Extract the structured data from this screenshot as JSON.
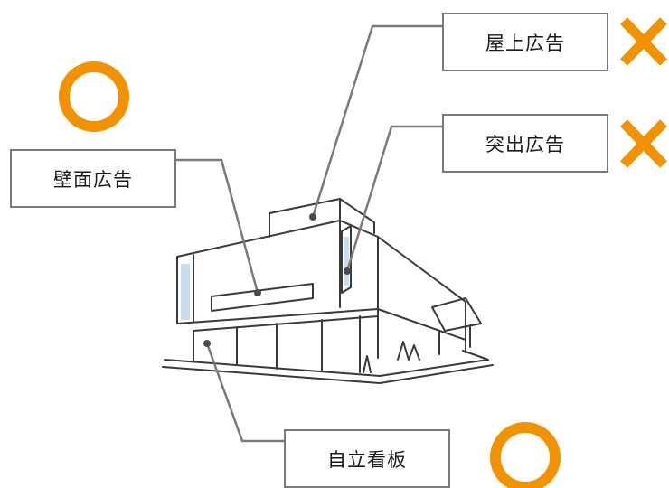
{
  "labels": {
    "rooftop_ad": "屋上広告",
    "projecting_ad": "突出広告",
    "wall_ad": "壁面広告",
    "standing_sign": "自立看板"
  },
  "marks": {
    "allowed_symbol": "circle",
    "not_allowed_symbol": "cross",
    "mark_color": "#f39200"
  },
  "status": {
    "rooftop_ad": "not-allowed",
    "projecting_ad": "not-allowed",
    "wall_ad": "allowed",
    "standing_sign": "allowed"
  },
  "colors": {
    "leader_line": "#7a7a7a",
    "box_border": "#7a7a7a",
    "building_line": "#3a3a3a",
    "building_accent": "#bcd4ea"
  }
}
